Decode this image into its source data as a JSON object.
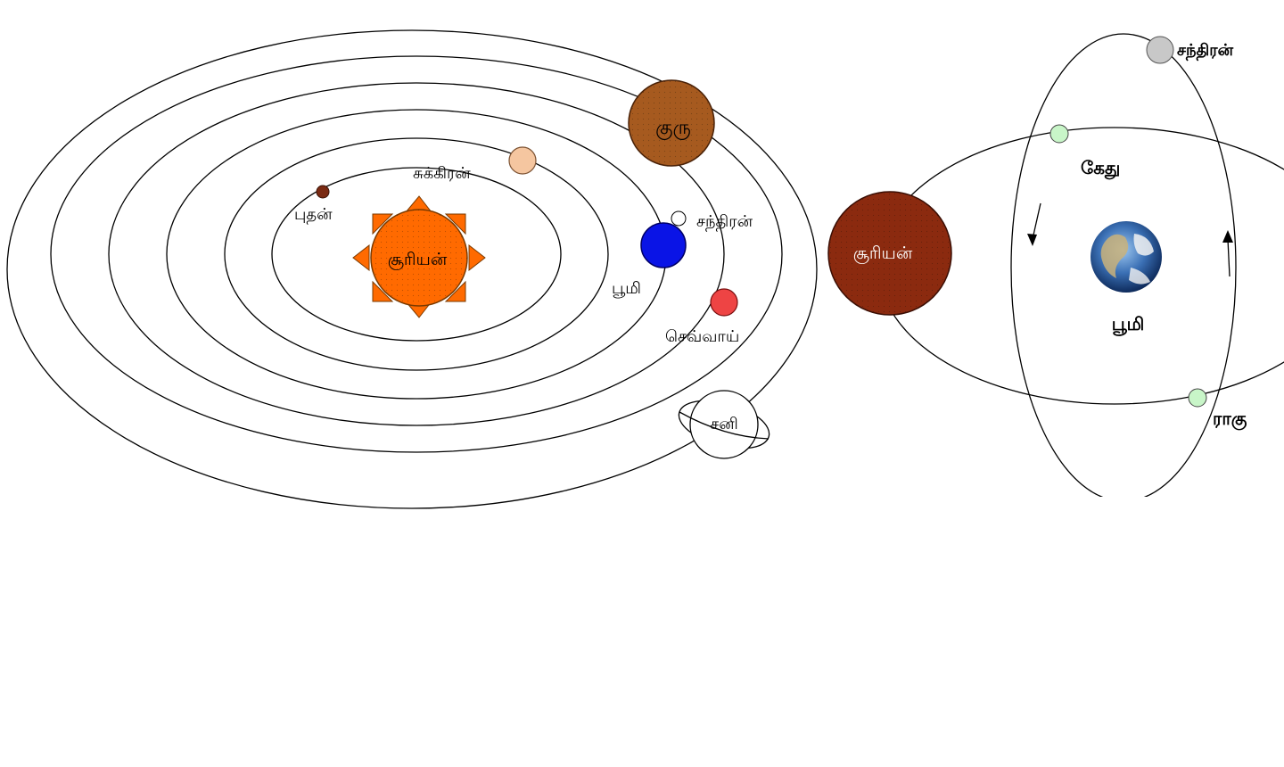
{
  "left_panel": {
    "labels": {
      "sun": "சூரியன்",
      "mercury": "புதன்",
      "venus": "சுக்கிரன்",
      "earth": "பூமி",
      "moon": "சந்திரன்",
      "mars": "செவ்வாய்",
      "jupiter": "குரு",
      "saturn": "சனி"
    },
    "colors": {
      "sun": "#ff6a00",
      "mercury": "#7a2a12",
      "venus": "#f5c6a0",
      "earth": "#0a14e6",
      "moon": "#ffffff",
      "mars": "#ee4444",
      "jupiter": "#a65a1f",
      "saturn": "#ffffff"
    }
  },
  "right_panel": {
    "labels": {
      "sun": "சூரியன்",
      "moon": "சந்திரன்",
      "ketu": "கேது",
      "earth": "பூமி",
      "rahu": "ராகு"
    },
    "colors": {
      "sun": "#8b2a0f",
      "moon": "#c8c8c8",
      "nodes": "#c8f5c8",
      "earth_ocean": "#3a6fb4"
    }
  }
}
